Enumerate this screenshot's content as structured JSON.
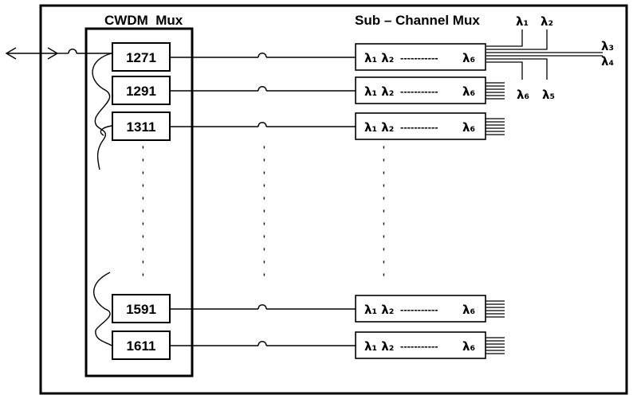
{
  "headers": {
    "cwdm": "CWDM  Mux",
    "sub": "Sub – Channel Mux"
  },
  "channels": [
    "1271",
    "1291",
    "1311",
    "1591",
    "1611"
  ],
  "submux": {
    "left": "λ₁ λ₂",
    "dashes": "-----------",
    "right": "λ₆"
  },
  "fanout_labels": {
    "l1": "λ₁",
    "l2": "λ₂",
    "l3": "λ₃",
    "l4": "λ₄",
    "l5": "λ₅",
    "l6": "λ₆"
  },
  "ellipsis_mark": "'"
}
